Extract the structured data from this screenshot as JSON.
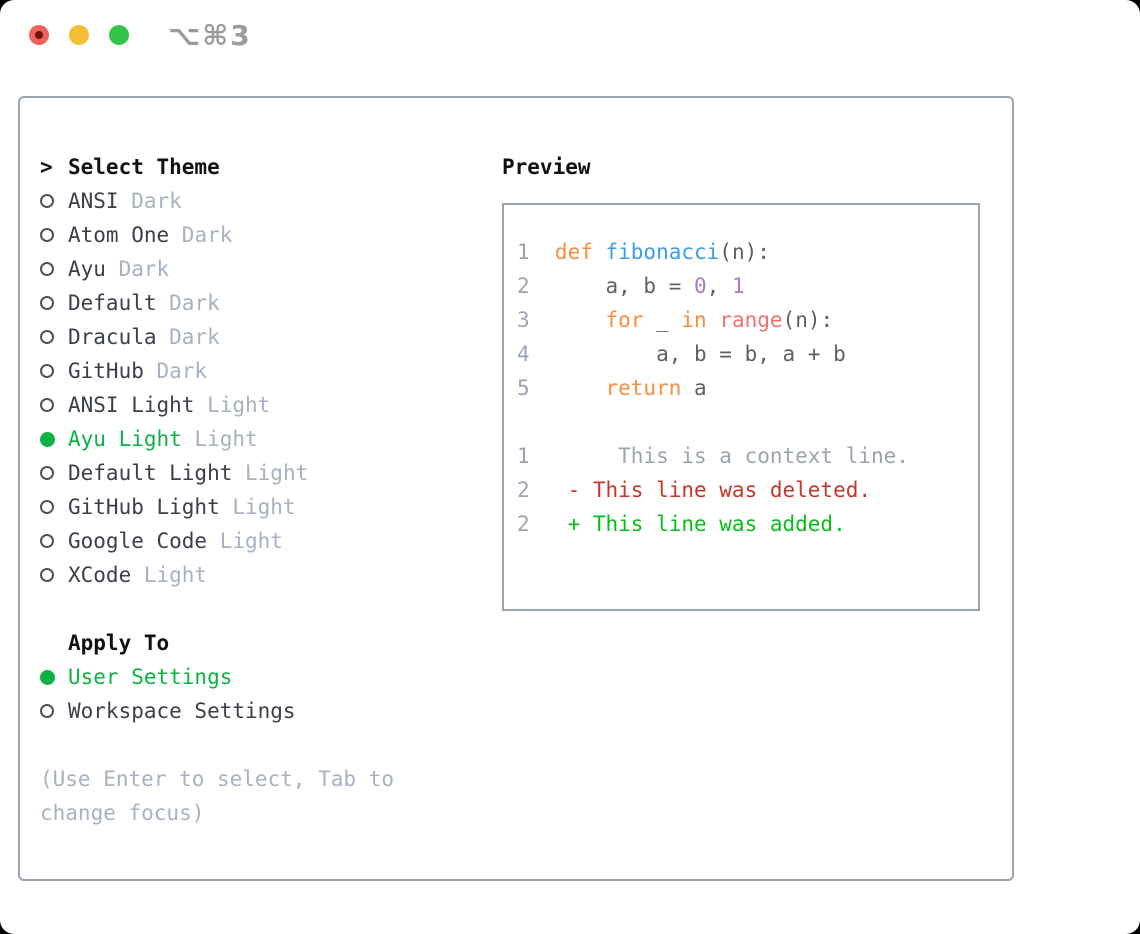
{
  "titlebar": {
    "shortcut": "⌥⌘3",
    "buttons": [
      "close",
      "minimize",
      "zoom"
    ]
  },
  "colors": {
    "accent_green": "#0db244",
    "panel_border": "#9aa4b0",
    "text_dark": "#3a3f49",
    "text_muted": "#a8b1c0",
    "line_number": "#9ca3b0",
    "traffic_red": "#f2615c",
    "traffic_yellow": "#f6be34",
    "traffic_green": "#33c548",
    "syntax": {
      "keyword": "#fa8d3e",
      "function": "#399ee6",
      "builtin": "#f07171",
      "number": "#a37acc",
      "foreground": "#5c6166",
      "diff_deleted": "#c93528",
      "diff_added": "#09bd1a"
    }
  },
  "theme_panel": {
    "title_prefix": ">",
    "title": "Select Theme",
    "items": [
      {
        "name": "ANSI",
        "variant": "Dark",
        "selected": false
      },
      {
        "name": "Atom One",
        "variant": "Dark",
        "selected": false
      },
      {
        "name": "Ayu",
        "variant": "Dark",
        "selected": false
      },
      {
        "name": "Default",
        "variant": "Dark",
        "selected": false
      },
      {
        "name": "Dracula",
        "variant": "Dark",
        "selected": false
      },
      {
        "name": "GitHub",
        "variant": "Dark",
        "selected": false
      },
      {
        "name": "ANSI Light",
        "variant": "Light",
        "selected": false
      },
      {
        "name": "Ayu Light",
        "variant": "Light",
        "selected": true
      },
      {
        "name": "Default Light",
        "variant": "Light",
        "selected": false
      },
      {
        "name": "GitHub Light",
        "variant": "Light",
        "selected": false
      },
      {
        "name": "Google Code",
        "variant": "Light",
        "selected": false
      },
      {
        "name": "XCode",
        "variant": "Light",
        "selected": false
      }
    ],
    "apply_to": {
      "title": "Apply To",
      "options": [
        {
          "label": "User Settings",
          "selected": true
        },
        {
          "label": "Workspace Settings",
          "selected": false
        }
      ]
    },
    "hint_lines": [
      "(Use Enter to select, Tab to",
      "change focus)"
    ]
  },
  "preview": {
    "title": "Preview",
    "code_lines": [
      {
        "num": "1",
        "tokens": [
          {
            "t": "def ",
            "c": "keyword"
          },
          {
            "t": "fibonacci",
            "c": "function"
          },
          {
            "t": "(n):",
            "c": "fg"
          }
        ]
      },
      {
        "num": "2",
        "tokens": [
          {
            "t": "    a, b = ",
            "c": "fg"
          },
          {
            "t": "0",
            "c": "number"
          },
          {
            "t": ", ",
            "c": "fg"
          },
          {
            "t": "1",
            "c": "number"
          }
        ]
      },
      {
        "num": "3",
        "tokens": [
          {
            "t": "    ",
            "c": "fg"
          },
          {
            "t": "for",
            "c": "keyword"
          },
          {
            "t": " _ ",
            "c": "fg"
          },
          {
            "t": "in",
            "c": "keyword"
          },
          {
            "t": " ",
            "c": "fg"
          },
          {
            "t": "range",
            "c": "builtin"
          },
          {
            "t": "(n):",
            "c": "fg"
          }
        ]
      },
      {
        "num": "4",
        "tokens": [
          {
            "t": "        a, b = b, a + b",
            "c": "fg"
          }
        ]
      },
      {
        "num": "5",
        "tokens": [
          {
            "t": "    ",
            "c": "fg"
          },
          {
            "t": "return",
            "c": "keyword"
          },
          {
            "t": " a",
            "c": "fg"
          }
        ]
      },
      {
        "num": "",
        "tokens": []
      },
      {
        "num": "1",
        "tokens": [
          {
            "t": "     This is a context line.",
            "c": "context"
          }
        ]
      },
      {
        "num": "2",
        "tokens": [
          {
            "t": " - This line was deleted.",
            "c": "deleted"
          }
        ]
      },
      {
        "num": "2",
        "tokens": [
          {
            "t": " + This line was added.",
            "c": "added"
          }
        ]
      }
    ]
  }
}
